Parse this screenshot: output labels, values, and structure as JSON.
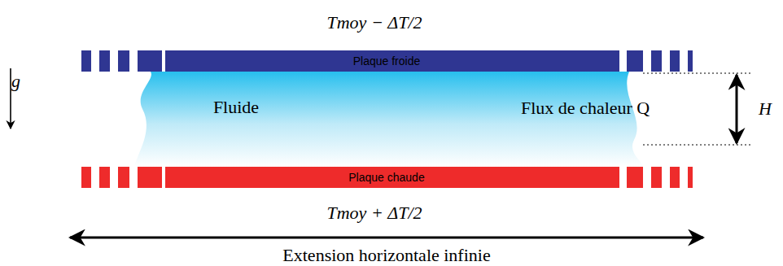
{
  "diagram": {
    "nodes": [
      {
        "text": [
          "Plaque froide"
        ]
      },
      {
        "text": [
          "Fluide"
        ]
      },
      {
        "text": [
          "Plaque chaude"
        ]
      }
    ],
    "labels": [
      "Tmoy − ΔT/2",
      "g⃗",
      "Flux de chaleur Q",
      "H",
      "Tmoy + ΔT/2",
      "Extension horizontale infinie"
    ]
  }
}
